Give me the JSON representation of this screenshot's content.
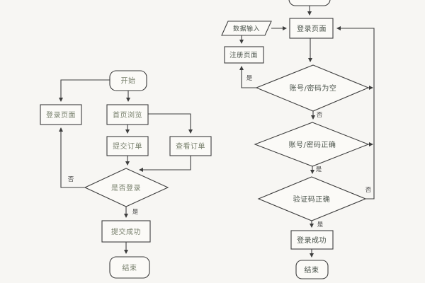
{
  "colors": {
    "background": "#f7f6f3",
    "line": "#3e3e3e",
    "left_flow_text": "#79816e",
    "right_flow_text": "#49524a"
  },
  "left": {
    "name": "order-submission-flowchart",
    "nodes": {
      "start": "开始",
      "login_page": "登录页面",
      "home_browse": "首页浏览",
      "submit_order": "提交订单",
      "view_order": "查看订单",
      "is_logged_in": "是否登录",
      "submit_success": "提交成功",
      "end": "结束"
    },
    "labels": {
      "no": "否",
      "yes": "是"
    }
  },
  "right": {
    "name": "login-flowchart",
    "nodes": {
      "data_input": "数据输入",
      "login_page": "登录页面",
      "register_page": "注册页面",
      "account_password_empty": "账号/密码为空",
      "account_password_correct": "账号/密码正确",
      "captcha_correct": "验证码正确",
      "login_success": "登录成功",
      "end": "结束"
    },
    "labels": {
      "empty_yes_to_register": "是",
      "empty_no": "否",
      "correct_yes": "是",
      "captcha_yes": "是",
      "captcha_no": "否"
    }
  }
}
